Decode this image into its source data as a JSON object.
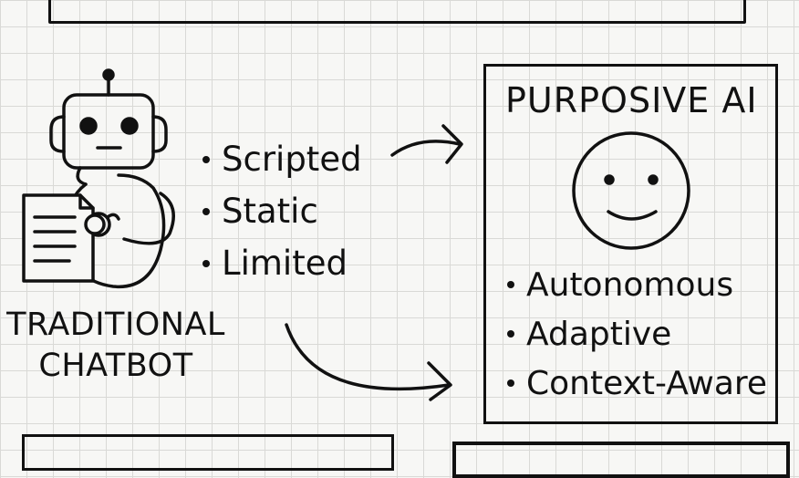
{
  "robot": {
    "label_line1": "TRADITIONAL",
    "label_line2": "CHATBOT",
    "icon": "robot-holding-document-icon"
  },
  "traditional_traits": [
    "Scripted",
    "Static",
    "Limited"
  ],
  "purposive": {
    "title": "PURPOSIVE AI",
    "icon": "smiley-face-icon",
    "traits": [
      "Autonomous",
      "Adaptive",
      "Context-Aware"
    ]
  },
  "colors": {
    "ink": "#111111",
    "paper": "#f7f7f5",
    "grid": "#d9d9d6"
  }
}
